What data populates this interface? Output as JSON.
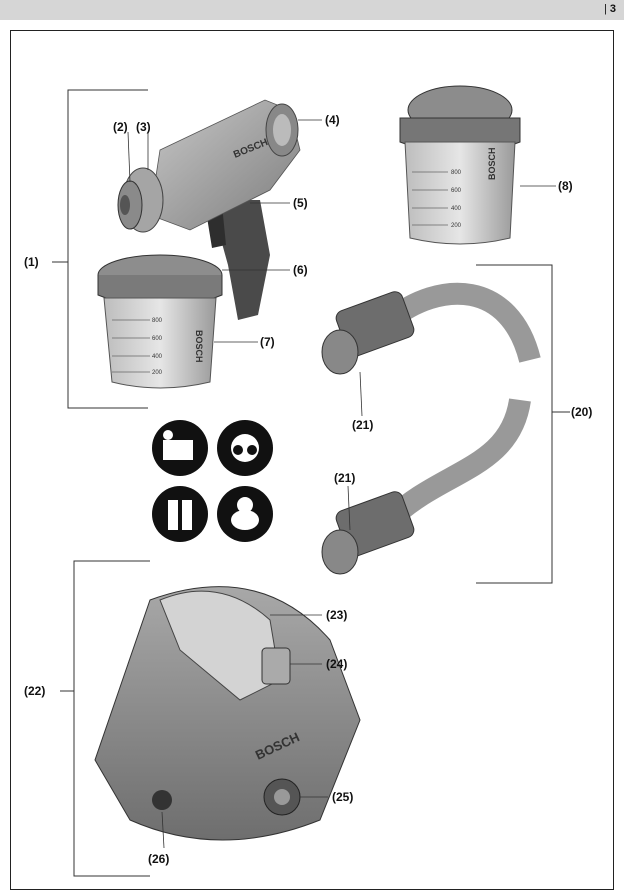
{
  "page": {
    "number": "3"
  },
  "callouts": {
    "c1": "(1)",
    "c2": "(2)",
    "c3": "(3)",
    "c4": "(4)",
    "c5": "(5)",
    "c6": "(6)",
    "c7": "(7)",
    "c8": "(8)",
    "c20": "(20)",
    "c21a": "(21)",
    "c21b": "(21)",
    "c22": "(22)",
    "c23": "(23)",
    "c24": "(24)",
    "c25": "(25)",
    "c26": "(26)"
  },
  "logos": {
    "gun": "BOSCH",
    "container": "BOSCH",
    "cup": "BOSCH",
    "unit": "BOSCH"
  },
  "scale_marks": [
    "800",
    "600",
    "400",
    "200"
  ],
  "colors": {
    "body": "#9a9a9a",
    "dark": "#3a3a3a",
    "light": "#cfcfcf",
    "ink": "#111111"
  }
}
